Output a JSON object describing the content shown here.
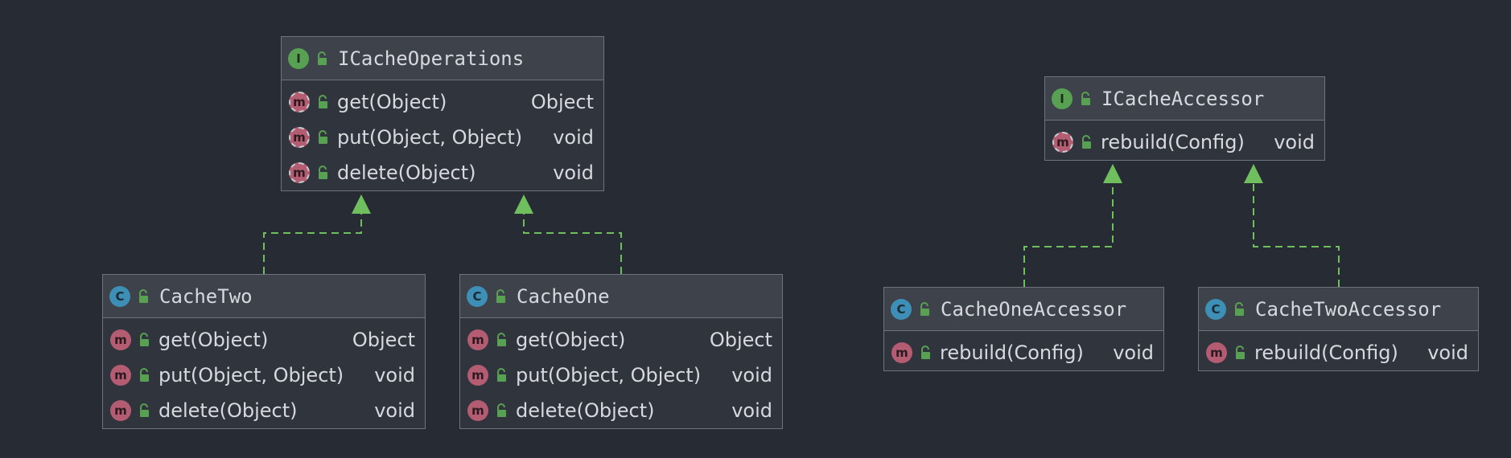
{
  "colors": {
    "background": "#272b33",
    "box_fill": "#30343c",
    "header_fill": "#3d424b",
    "border": "#6e737c",
    "edge": "#6fbf5f",
    "interface_badge": "#59a152",
    "class_badge": "#3d8fb5",
    "method_badge": "#b35c72"
  },
  "badges": {
    "interface": "I",
    "class": "C",
    "method": "m"
  },
  "nodes": [
    {
      "id": "icacheoperations",
      "kind": "interface",
      "name": "ICacheOperations",
      "methods": [
        {
          "signature": "get(Object)",
          "return": "Object",
          "abstract": true
        },
        {
          "signature": "put(Object, Object)",
          "return": "void",
          "abstract": true
        },
        {
          "signature": "delete(Object)",
          "return": "void",
          "abstract": true
        }
      ]
    },
    {
      "id": "cachetwo",
      "kind": "class",
      "name": "CacheTwo",
      "methods": [
        {
          "signature": "get(Object)",
          "return": "Object",
          "abstract": false
        },
        {
          "signature": "put(Object, Object)",
          "return": "void",
          "abstract": false
        },
        {
          "signature": "delete(Object)",
          "return": "void",
          "abstract": false
        }
      ]
    },
    {
      "id": "cacheone",
      "kind": "class",
      "name": "CacheOne",
      "methods": [
        {
          "signature": "get(Object)",
          "return": "Object",
          "abstract": false
        },
        {
          "signature": "put(Object, Object)",
          "return": "void",
          "abstract": false
        },
        {
          "signature": "delete(Object)",
          "return": "void",
          "abstract": false
        }
      ]
    },
    {
      "id": "icacheaccessor",
      "kind": "interface",
      "name": "ICacheAccessor",
      "methods": [
        {
          "signature": "rebuild(Config)",
          "return": "void",
          "abstract": true
        }
      ]
    },
    {
      "id": "cacheoneaccessor",
      "kind": "class",
      "name": "CacheOneAccessor",
      "methods": [
        {
          "signature": "rebuild(Config)",
          "return": "void",
          "abstract": false
        }
      ]
    },
    {
      "id": "cachetwoaccessor",
      "kind": "class",
      "name": "CacheTwoAccessor",
      "methods": [
        {
          "signature": "rebuild(Config)",
          "return": "void",
          "abstract": false
        }
      ]
    }
  ],
  "edges": [
    {
      "from": "cachetwo",
      "to": "icacheoperations",
      "type": "implements"
    },
    {
      "from": "cacheone",
      "to": "icacheoperations",
      "type": "implements"
    },
    {
      "from": "cacheoneaccessor",
      "to": "icacheaccessor",
      "type": "implements"
    },
    {
      "from": "cachetwoaccessor",
      "to": "icacheaccessor",
      "type": "implements"
    }
  ]
}
